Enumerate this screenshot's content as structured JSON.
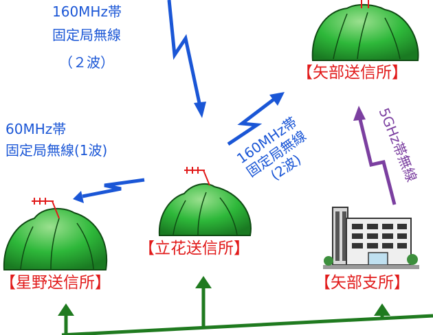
{
  "links": {
    "link_top": {
      "band": "160MHz帯",
      "kind": "固定局無線",
      "waves": "（２波）"
    },
    "link_left": {
      "band": "60MHz帯",
      "kind": "固定局無線(1波)"
    },
    "link_mid": {
      "band": "160MHz帯",
      "kind": "固定局無線",
      "waves": "(2波)"
    },
    "link_right": {
      "text": "5GHz帯無線"
    }
  },
  "stations": {
    "yabe_sousin": "【矢部送信所】",
    "tachibana": "【立花送信所】",
    "hoshino": "【星野送信所】",
    "yabe_shisho": "【矢部支所】"
  },
  "colors": {
    "blue": "#1a56d6",
    "red": "#e11a1a",
    "green": "#1f7a1f",
    "mountain": "#2eb83a",
    "purple": "#7b3fa0"
  }
}
